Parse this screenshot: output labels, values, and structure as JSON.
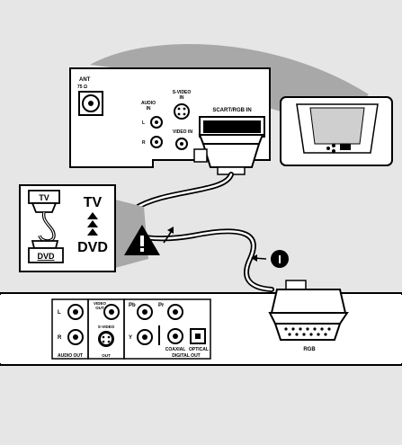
{
  "tv_panel": {
    "ant_label": "ANT",
    "ant_sub": "75 Ω",
    "audio_in_label_1": "AUDIO",
    "audio_in_label_2": "IN",
    "audio_l": "L",
    "audio_r": "R",
    "svideo_in_label_1": "S-VIDEO",
    "svideo_in_label_2": "IN",
    "video_in_label": "VIDEO IN",
    "scart_label": "SCART/RGB IN"
  },
  "legend": {
    "tv_tag": "TV",
    "dvd_tag": "DVD",
    "tv_text": "TV",
    "dvd_text": "DVD"
  },
  "callout": {
    "marker": "I"
  },
  "dvd_panel": {
    "audio_l": "L",
    "audio_r": "R",
    "audio_out_label": "AUDIO OUT",
    "video_out_label_1": "VIDEO",
    "video_out_label_2": "OUT",
    "svideo_out_label_1": "S-VIDEO",
    "svideo_out_label_2": "OUT",
    "pb_label": "Pb",
    "pr_label": "Pr",
    "y_label": "Y",
    "coaxial_label": "COAXIAL",
    "optical_label": "OPTICAL",
    "digital_out_label": "DIGITAL OUT"
  },
  "scart_plug": {
    "label": "RGB"
  },
  "colors": {
    "background": "#e6e6e6",
    "panel": "#ffffff",
    "shadow": "#a8a8a8",
    "ink": "#000000"
  }
}
